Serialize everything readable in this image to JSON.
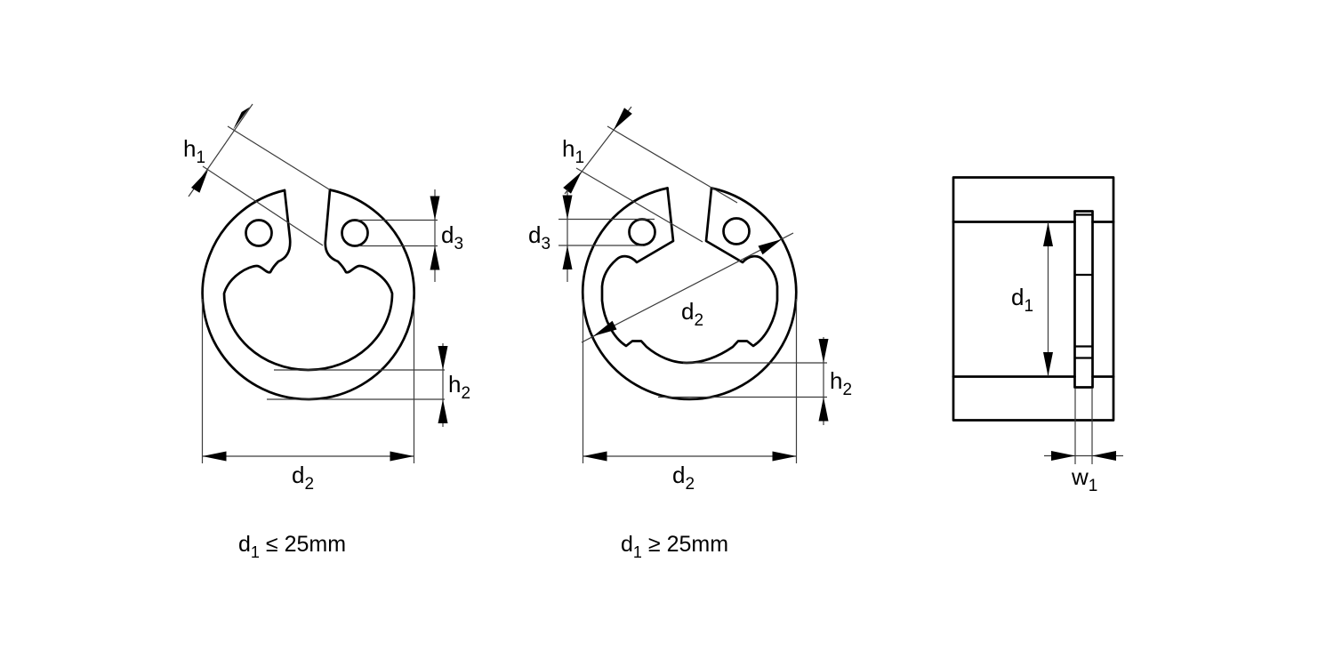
{
  "figure": {
    "type": "technical-drawing",
    "subject": "internal retaining ring (circlip) dimensions",
    "line_color": "#000000",
    "dim_line_color": "#3c3c3c",
    "background": "#ffffff"
  },
  "views": {
    "ring_small": {
      "caption": {
        "base": "d",
        "sub": "1",
        "tail": "≤ 25mm"
      },
      "dims": {
        "h1": {
          "base": "h",
          "sub": "1"
        },
        "d3": {
          "base": "d",
          "sub": "3"
        },
        "h2": {
          "base": "h",
          "sub": "2"
        },
        "d2": {
          "base": "d",
          "sub": "2"
        }
      }
    },
    "ring_large": {
      "caption": {
        "base": "d",
        "sub": "1",
        "tail": "≥ 25mm"
      },
      "dims": {
        "h1": {
          "base": "h",
          "sub": "1"
        },
        "d3": {
          "base": "d",
          "sub": "3"
        },
        "d2_diag": {
          "base": "d",
          "sub": "2"
        },
        "h2": {
          "base": "h",
          "sub": "2"
        },
        "d2": {
          "base": "d",
          "sub": "2"
        }
      }
    },
    "section": {
      "dims": {
        "d1": {
          "base": "d",
          "sub": "1"
        },
        "w1": {
          "base": "w",
          "sub": "1"
        }
      }
    }
  }
}
